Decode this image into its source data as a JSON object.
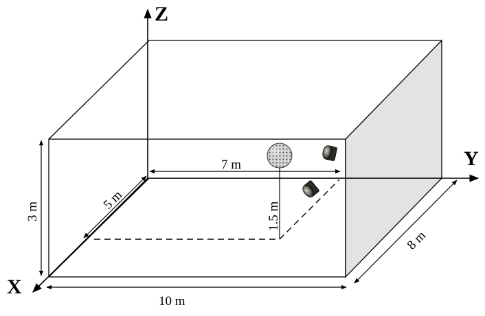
{
  "axes": {
    "z_label": "Z",
    "y_label": "Y",
    "x_label": "X"
  },
  "dimensions": {
    "width": "10 m",
    "depth": "8 m",
    "height": "3 m",
    "source_x": "5 m",
    "source_y": "7 m",
    "source_z": "1.5 m"
  },
  "colors": {
    "line": "#000000",
    "right_wall": "#e3e3e3",
    "background": "#ffffff"
  },
  "objects": [
    {
      "icon": "spherical-sound-source-icon"
    },
    {
      "icon": "loudspeaker-icon"
    },
    {
      "icon": "loudspeaker-icon"
    }
  ]
}
